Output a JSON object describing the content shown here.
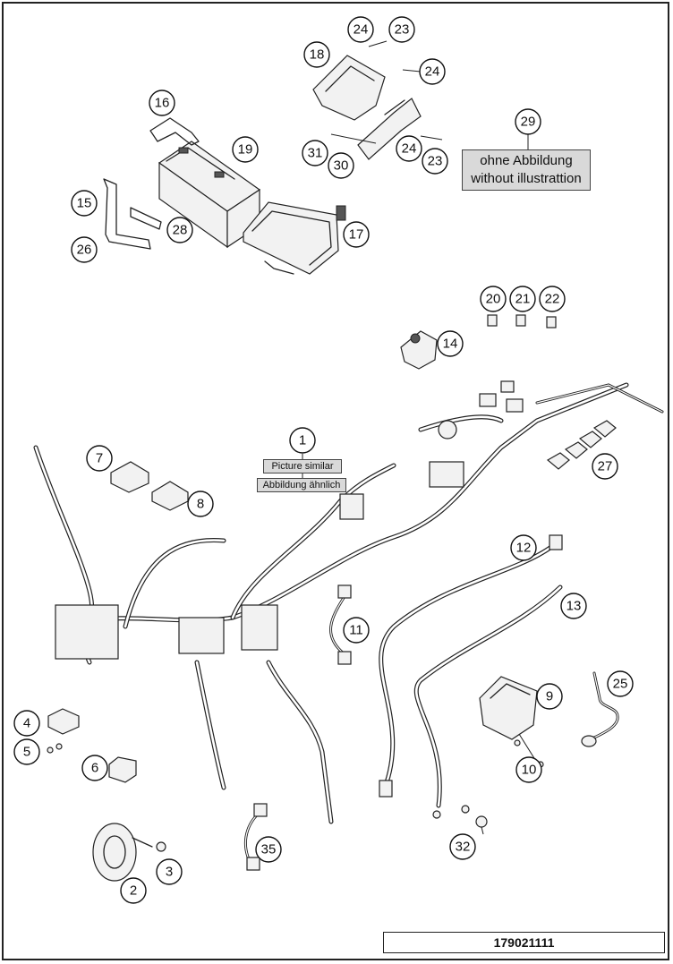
{
  "diagram": {
    "reference_number": "179021111",
    "note": {
      "line1": "ohne Abbildung",
      "line2": "without illustrattion",
      "part": "29"
    },
    "harness_labels": {
      "en": "Picture similar",
      "de": "Abbildung ähnlich",
      "part": "1"
    },
    "callouts": [
      "1",
      "2",
      "3",
      "4",
      "5",
      "6",
      "7",
      "8",
      "9",
      "10",
      "11",
      "12",
      "13",
      "14",
      "15",
      "16",
      "17",
      "18",
      "19",
      "20",
      "21",
      "22",
      "23",
      "24",
      "25",
      "26",
      "27",
      "28",
      "29",
      "30",
      "31",
      "32",
      "35"
    ]
  }
}
